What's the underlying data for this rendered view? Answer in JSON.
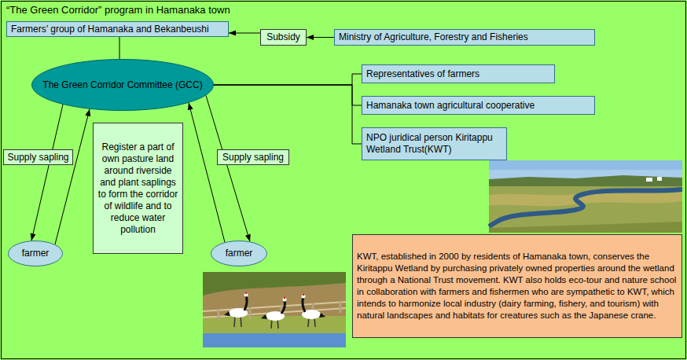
{
  "diagram": {
    "title": "“The Green Corridor” program in Hamanaka town",
    "nodes": [
      {
        "text": [
          "Farmers’ group of Hamanaka and Bekanbeushi"
        ]
      },
      {
        "text": [
          "Subsidy"
        ]
      },
      {
        "text": [
          "Ministry of Agriculture, Forestry and Fisheries"
        ]
      },
      {
        "text": [
          "The Green Corridor Committee (GCC)"
        ]
      },
      {
        "text": [
          "Representatives of farmers"
        ]
      },
      {
        "text": [
          "Hamanaka town agricultural cooperative"
        ]
      },
      {
        "text": [
          "NPO juridical person Kiritappu Wetland Trust(KWT)"
        ]
      },
      {
        "text": [
          "Register a part of own pasture land around riverside and plant saplings to form the corridor of wildlife and to reduce water pollution"
        ]
      },
      {
        "text": [
          "farmer"
        ]
      },
      {
        "text": [
          "farmer"
        ]
      },
      {
        "text": [
          "KWT, established in 2000 by residents of Hamanaka town, conserves the Kiritappu Wetland by purchasing privately owned properties around the wetland through a National Trust movement. KWT also holds eco-tour and nature school in collaboration with farmers and fishermen who are sympathetic to KWT, which intends to harmonize local industry (dairy farming, fishery, and tourism) with natural landscapes and habitats for creatures such as the Japanese crane."
        ]
      }
    ],
    "edges": [
      {
        "from": 2,
        "to": 1,
        "arrow": "to"
      },
      {
        "from": 1,
        "to": 0,
        "arrow": "to"
      },
      {
        "from": 0,
        "to": 3,
        "arrow": "none"
      },
      {
        "from": 3,
        "to": 4,
        "arrow": "none"
      },
      {
        "from": 3,
        "to": 5,
        "arrow": "none"
      },
      {
        "from": 3,
        "to": 6,
        "arrow": "none"
      },
      {
        "from": 3,
        "to": 8,
        "label": "Supply sapling",
        "arrow": "to"
      },
      {
        "from": 8,
        "to": 3,
        "arrow": "to"
      },
      {
        "from": 3,
        "to": 9,
        "label": "Supply sapling",
        "arrow": "to"
      },
      {
        "from": 9,
        "to": 3,
        "arrow": "to"
      }
    ]
  }
}
